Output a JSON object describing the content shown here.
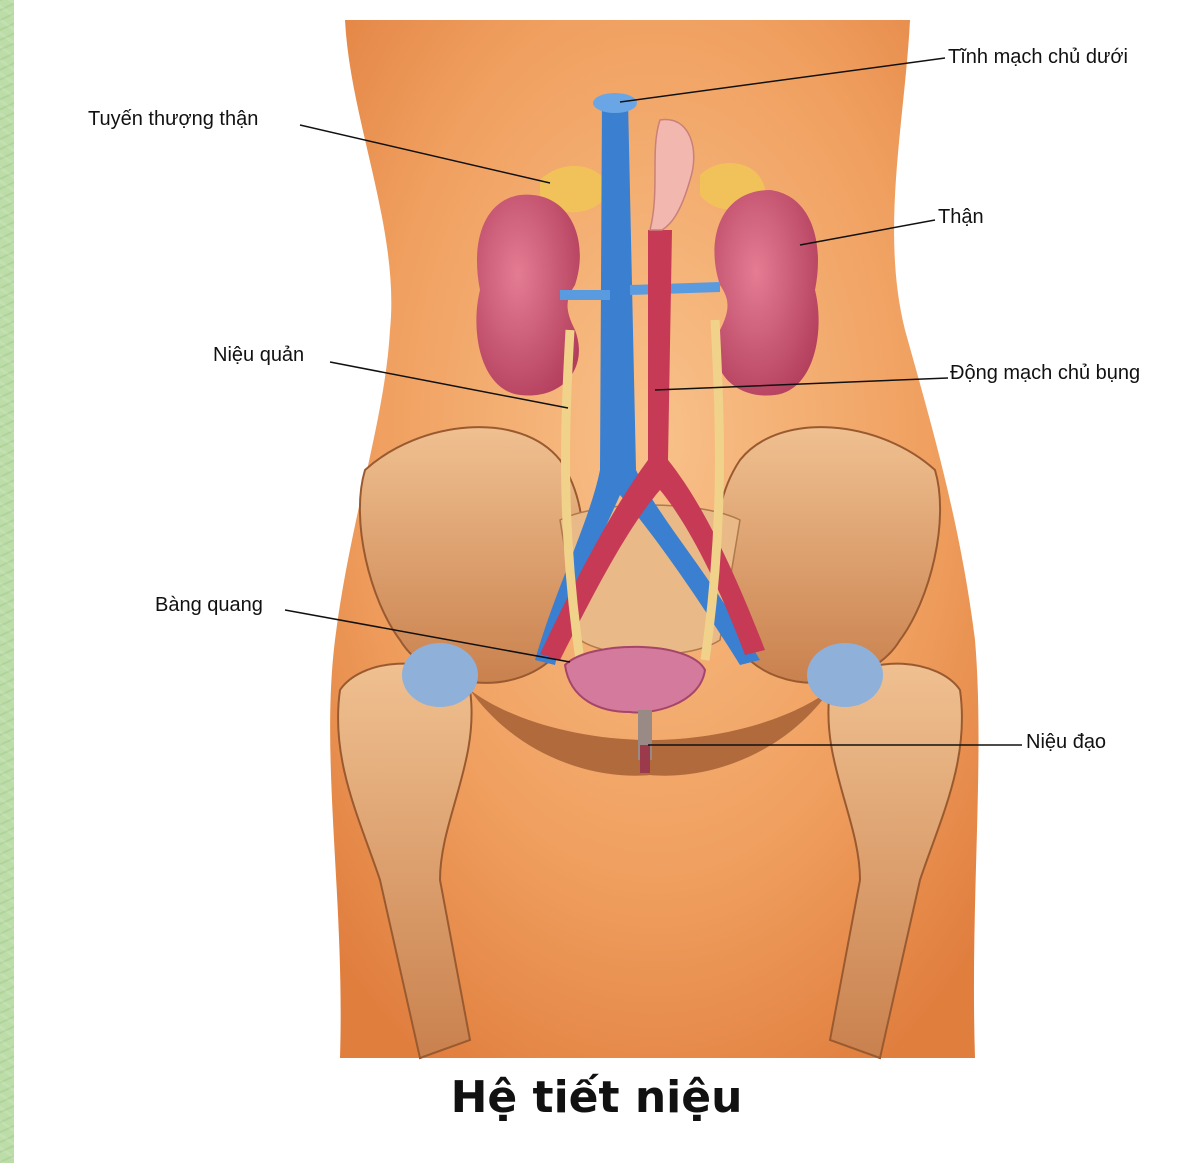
{
  "diagram": {
    "title": "Hệ tiết niệu",
    "labels": {
      "inferior_vena_cava": "Tĩnh mạch chủ dưới",
      "adrenal_gland": "Tuyến thượng thận",
      "kidney": "Thận",
      "ureter": "Niệu quản",
      "abdominal_aorta": "Động mạch chủ bụng",
      "bladder": "Bàng quang",
      "urethra": "Niệu đạo"
    }
  },
  "colors": {
    "frame": "#bcdca8",
    "skin": "#f0a060",
    "kidney": "#c8506e",
    "vein": "#3a7fd0",
    "artery": "#c63a56",
    "bone": "#d89a68",
    "adrenal": "#f2c25a",
    "ureter": "#f0d28a"
  }
}
